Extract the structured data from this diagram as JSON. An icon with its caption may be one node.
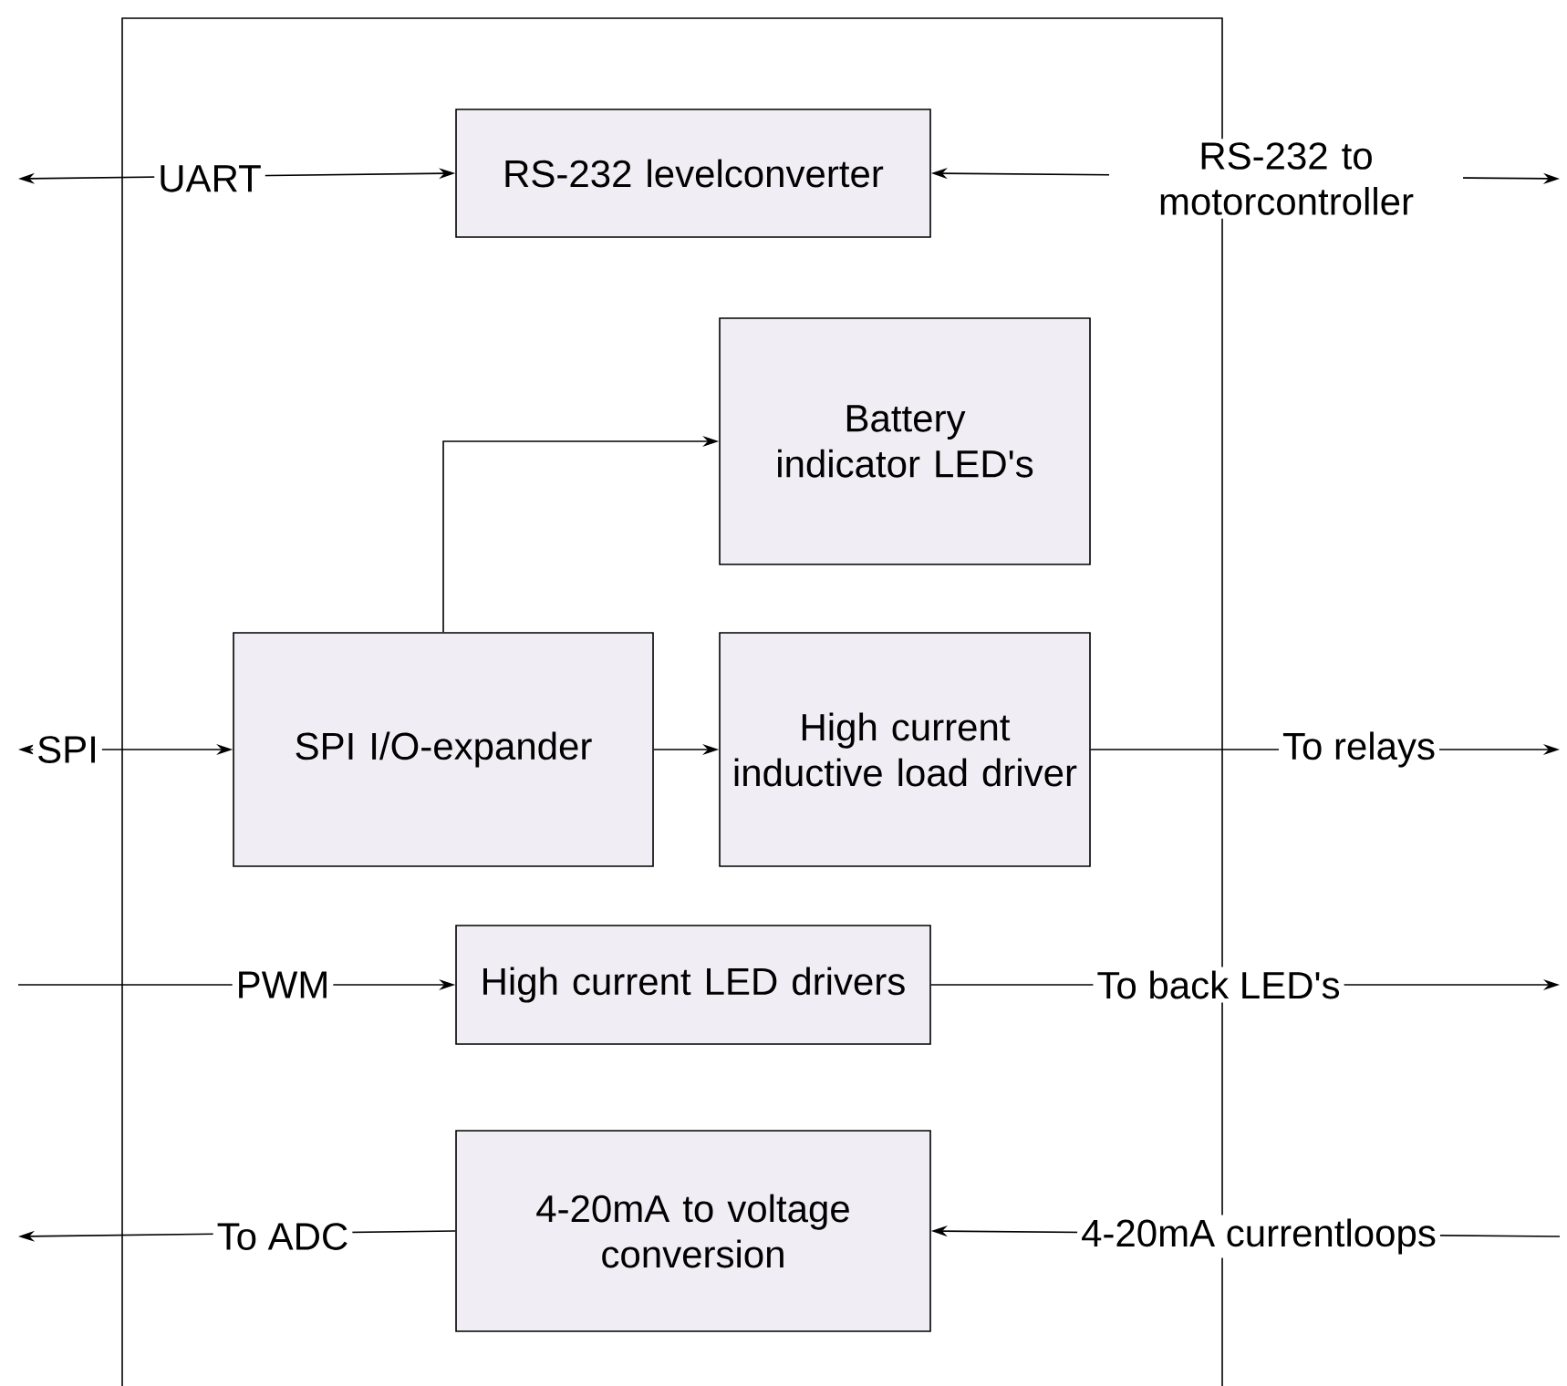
{
  "diagram": {
    "nodes": [
      {
        "text": [
          "RS-232 levelconverter"
        ]
      },
      {
        "text": [
          "Battery indicator LED's"
        ]
      },
      {
        "text": [
          "SPI I/O-expander"
        ]
      },
      {
        "text": [
          "High current inductive load driver"
        ]
      },
      {
        "text": [
          "High current LED drivers"
        ]
      },
      {
        "text": [
          "4-20mA to voltage conversion"
        ]
      }
    ],
    "edges": [
      {
        "from": null,
        "to": 0,
        "arrow": "both",
        "label": "UART"
      },
      {
        "from": 0,
        "to": null,
        "arrow": "both",
        "label": "RS-232 to motorcontroller"
      },
      {
        "from": 2,
        "to": 1,
        "arrow": "to"
      },
      {
        "from": null,
        "to": 2,
        "arrow": "both",
        "label": "SPI"
      },
      {
        "from": 2,
        "to": 3,
        "arrow": "to"
      },
      {
        "from": 3,
        "to": null,
        "arrow": "to",
        "label": "To relays"
      },
      {
        "from": null,
        "to": 4,
        "arrow": "to",
        "label": "PWM"
      },
      {
        "from": 4,
        "to": null,
        "arrow": "to",
        "label": "To back LED's"
      },
      {
        "from": 5,
        "to": null,
        "arrow": "to",
        "label": "To ADC"
      },
      {
        "from": null,
        "to": 5,
        "arrow": "to",
        "label": "4-20mA currentloops"
      }
    ]
  }
}
